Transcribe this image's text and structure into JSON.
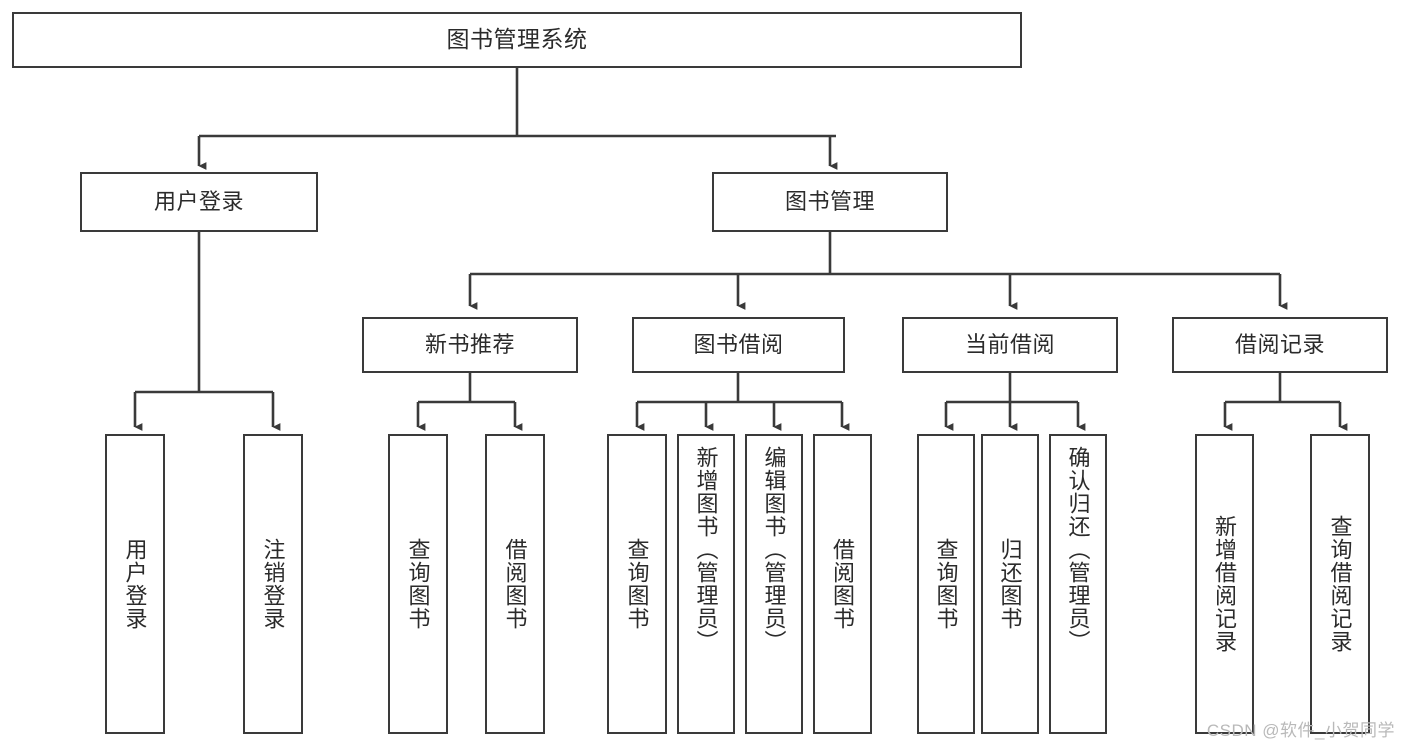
{
  "diagram": {
    "type": "tree-hierarchy",
    "title": "图书管理系统",
    "watermark": "CSDN @软件_小贺同学",
    "colors": {
      "node_border": "#3a3a3a",
      "node_fill": "#ffffff",
      "edge": "#3a3a3a",
      "text": "#2b2b2b",
      "watermark": "#b9b9b9",
      "background": "#ffffff"
    },
    "levels": {
      "root": "图书管理系统",
      "level2": [
        "用户登录",
        "图书管理"
      ],
      "level3": [
        "新书推荐",
        "图书借阅",
        "当前借阅",
        "借阅记录"
      ]
    },
    "nodes": {
      "root": {
        "label": "图书管理系统"
      },
      "user_login": {
        "label": "用户登录"
      },
      "book_manage": {
        "label": "图书管理"
      },
      "new_book_rec": {
        "label": "新书推荐"
      },
      "book_borrow": {
        "label": "图书借阅"
      },
      "current_borrow": {
        "label": "当前借阅"
      },
      "borrow_record": {
        "label": "借阅记录"
      },
      "leaf_user_login": {
        "label": "用户登录"
      },
      "leaf_user_logout": {
        "label": "注销登录"
      },
      "leaf_rec_query": {
        "label": "查询图书"
      },
      "leaf_rec_borrow": {
        "label": "借阅图书"
      },
      "leaf_bb_query": {
        "label": "查询图书"
      },
      "leaf_bb_add": {
        "label": "新增图书（管理员）"
      },
      "leaf_bb_edit": {
        "label": "编辑图书（管理员）"
      },
      "leaf_bb_borrow": {
        "label": "借阅图书"
      },
      "leaf_cb_query": {
        "label": "查询图书"
      },
      "leaf_cb_return": {
        "label": "归还图书"
      },
      "leaf_cb_confirm": {
        "label": "确认归还（管理员）"
      },
      "leaf_br_add": {
        "label": "新增借阅记录"
      },
      "leaf_br_query": {
        "label": "查询借阅记录"
      }
    },
    "edges": [
      {
        "from": "root",
        "to": "user_login"
      },
      {
        "from": "root",
        "to": "book_manage"
      },
      {
        "from": "user_login",
        "to": "leaf_user_login"
      },
      {
        "from": "user_login",
        "to": "leaf_user_logout"
      },
      {
        "from": "book_manage",
        "to": "new_book_rec"
      },
      {
        "from": "book_manage",
        "to": "book_borrow"
      },
      {
        "from": "book_manage",
        "to": "current_borrow"
      },
      {
        "from": "book_manage",
        "to": "borrow_record"
      },
      {
        "from": "new_book_rec",
        "to": "leaf_rec_query"
      },
      {
        "from": "new_book_rec",
        "to": "leaf_rec_borrow"
      },
      {
        "from": "book_borrow",
        "to": "leaf_bb_query"
      },
      {
        "from": "book_borrow",
        "to": "leaf_bb_add"
      },
      {
        "from": "book_borrow",
        "to": "leaf_bb_edit"
      },
      {
        "from": "book_borrow",
        "to": "leaf_bb_borrow"
      },
      {
        "from": "current_borrow",
        "to": "leaf_cb_query"
      },
      {
        "from": "current_borrow",
        "to": "leaf_cb_return"
      },
      {
        "from": "current_borrow",
        "to": "leaf_cb_confirm"
      },
      {
        "from": "borrow_record",
        "to": "leaf_br_add"
      },
      {
        "from": "borrow_record",
        "to": "leaf_br_query"
      }
    ]
  }
}
